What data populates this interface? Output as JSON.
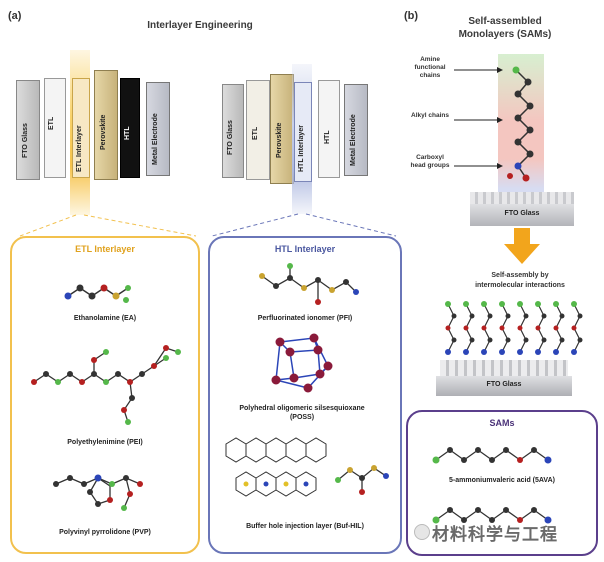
{
  "panel_a": {
    "letter": "(a)",
    "title": "Interlayer Engineering",
    "stack_left": [
      "FTO Glass",
      "ETL",
      "ETL Interlayer",
      "Perovskite",
      "HTL",
      "Metal Electrode"
    ],
    "stack_right": [
      "FTO Glass",
      "ETL",
      "Perovskite",
      "HTL Interlayer",
      "HTL",
      "Metal Electrode"
    ],
    "etl_box": {
      "title": "ETL Interlayer",
      "molecules": [
        "Ethanolamine (EA)",
        "Polyethylenimine (PEI)",
        "Polyvinyl pyrrolidone (PVP)"
      ]
    },
    "htl_box": {
      "title": "HTL Interlayer",
      "molecules": [
        "Perfluorinated ionomer (PFI)",
        "Polyhedral oligomeric silsesquioxane (POSS)",
        "Buffer hole injection layer (Buf-HIL)"
      ]
    }
  },
  "panel_b": {
    "letter": "(b)",
    "title_line1": "Self-assembled",
    "title_line2": "Monolayers (SAMs)",
    "labels": {
      "amine": "Amine functional chains",
      "alkyl": "Alkyl chains",
      "carboxyl": "Carboxyl head groups"
    },
    "fto_top": "FTO Glass",
    "process_line1": "Self-assembly by",
    "process_line2": "intermolecular interactions",
    "fto_bottom": "FTO Glass",
    "sams_box": {
      "title": "SAMs",
      "molecule": "5-ammoniumvaleric acid (5AVA)"
    }
  },
  "watermark": "材料科学与工程",
  "colors": {
    "etl_border": "#f2c14e",
    "htl_border": "#6a76b8",
    "sams_border": "#5b3f8c",
    "arrow_orange": "#f2a51c",
    "highlight_yellow": "#f9d36b",
    "highlight_blue": "#c8d0ea"
  }
}
